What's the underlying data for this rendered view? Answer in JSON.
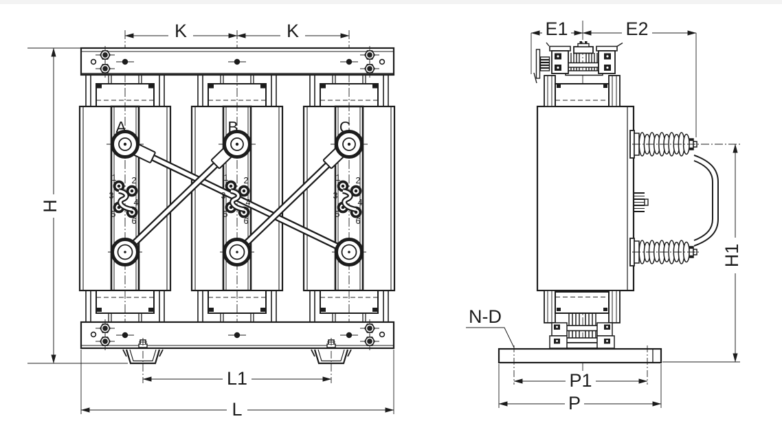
{
  "meta": {
    "title": "Dry-type three-phase transformer dimensional outline drawing"
  },
  "colors": {
    "line": "#1c1c1c",
    "background": "#ffffff",
    "top_strip": "#f3f3f3"
  },
  "front_view": {
    "name": "front-view",
    "phases": [
      {
        "label": "A",
        "tap_labels": [
          "1",
          "2",
          "3",
          "4",
          "5",
          "6"
        ]
      },
      {
        "label": "B",
        "tap_labels": [
          "1",
          "2",
          "3",
          "4",
          "5",
          "6"
        ]
      },
      {
        "label": "C",
        "tap_labels": [
          "1",
          "2",
          "3",
          "4",
          "5",
          "6"
        ]
      }
    ],
    "dims": {
      "k_left": "K",
      "k_right": "K",
      "height": "H",
      "foot_spacing": "L1",
      "length": "L"
    }
  },
  "side_view": {
    "name": "side-view",
    "dims": {
      "e1": "E1",
      "e2": "E2",
      "h1": "H1",
      "p1": "P1",
      "p": "P",
      "mounting_holes": "N-D"
    }
  }
}
